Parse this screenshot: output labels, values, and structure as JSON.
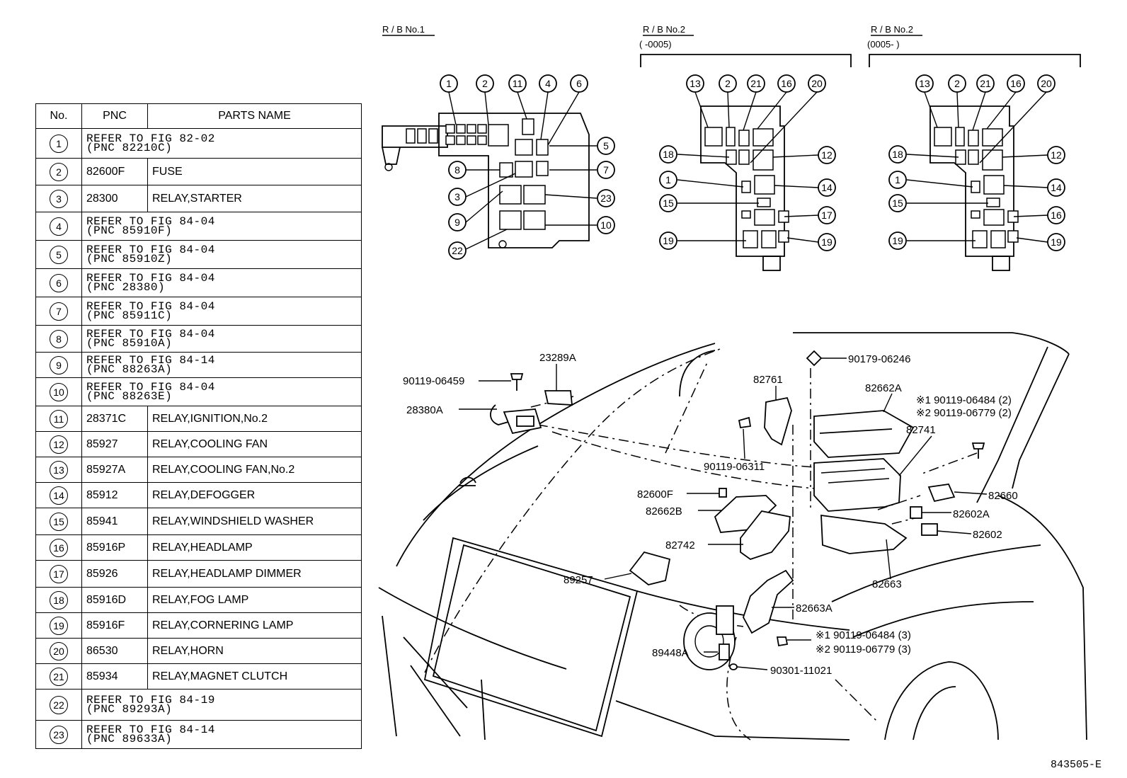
{
  "table": {
    "headers": {
      "no": "No.",
      "pnc": "PNC",
      "name": "PARTS NAME"
    },
    "rows": [
      {
        "no": "1",
        "ref1": "REFER TO FIG 82-02",
        "ref2": "(PNC 82210C)"
      },
      {
        "no": "2",
        "pnc": "82600F",
        "name": "FUSE"
      },
      {
        "no": "3",
        "pnc": "28300",
        "name": "RELAY,STARTER"
      },
      {
        "no": "4",
        "ref1": "REFER TO FIG 84-04",
        "ref2": "(PNC 85910F)"
      },
      {
        "no": "5",
        "ref1": "REFER TO FIG 84-04",
        "ref2": "(PNC 85910Z)"
      },
      {
        "no": "6",
        "ref1": "REFER TO FIG 84-04",
        "ref2": "(PNC 28380)"
      },
      {
        "no": "7",
        "ref1": "REFER TO FIG 84-04",
        "ref2": "(PNC 85911C)"
      },
      {
        "no": "8",
        "ref1": "REFER TO FIG 84-04",
        "ref2": "(PNC 85910A)"
      },
      {
        "no": "9",
        "ref1": "REFER TO FIG 84-14",
        "ref2": "(PNC 88263A)"
      },
      {
        "no": "10",
        "ref1": "REFER TO FIG 84-04",
        "ref2": "(PNC 88263E)"
      },
      {
        "no": "11",
        "pnc": "28371C",
        "name": "RELAY,IGNITION,No.2"
      },
      {
        "no": "12",
        "pnc": "85927",
        "name": "RELAY,COOLING FAN"
      },
      {
        "no": "13",
        "pnc": "85927A",
        "name": "RELAY,COOLING FAN,No.2"
      },
      {
        "no": "14",
        "pnc": "85912",
        "name": "RELAY,DEFOGGER"
      },
      {
        "no": "15",
        "pnc": "85941",
        "name": "RELAY,WINDSHIELD WASHER"
      },
      {
        "no": "16",
        "pnc": "85916P",
        "name": "RELAY,HEADLAMP"
      },
      {
        "no": "17",
        "pnc": "85926",
        "name": "RELAY,HEADLAMP DIMMER"
      },
      {
        "no": "18",
        "pnc": "85916D",
        "name": "RELAY,FOG LAMP"
      },
      {
        "no": "19",
        "pnc": "85916F",
        "name": "RELAY,CORNERING LAMP"
      },
      {
        "no": "20",
        "pnc": "86530",
        "name": "RELAY,HORN"
      },
      {
        "no": "21",
        "pnc": "85934",
        "name": "RELAY,MAGNET CLUTCH"
      },
      {
        "no": "22",
        "ref1": "REFER TO FIG 84-19",
        "ref2": "(PNC 89293A)"
      },
      {
        "no": "23",
        "ref1": "REFER TO FIG 84-14",
        "ref2": "(PNC 89633A)"
      }
    ]
  },
  "rb_titles": {
    "rb1": "R / B No.1",
    "rb2a": "R / B No.2",
    "rb2a_range": "(        -0005)",
    "rb2b": "R / B No.2",
    "rb2b_range": "(0005-        )"
  },
  "rb1_callouts": {
    "top": [
      "1",
      "2",
      "11",
      "4",
      "6"
    ],
    "right": [
      "5",
      "7",
      "23",
      "10"
    ],
    "left": [
      "8",
      "3",
      "9",
      "22"
    ]
  },
  "rb2a_callouts": {
    "top": [
      "13",
      "2",
      "21",
      "16",
      "20"
    ],
    "left": [
      "18",
      "1",
      "15",
      "19"
    ],
    "right": [
      "12",
      "14",
      "17",
      "19"
    ]
  },
  "rb2b_callouts": {
    "top": [
      "13",
      "2",
      "21",
      "16",
      "20"
    ],
    "left": [
      "18",
      "1",
      "15",
      "19"
    ],
    "right": [
      "12",
      "14",
      "16",
      "19"
    ]
  },
  "part_labels": {
    "p23289A": "23289A",
    "p90119_06459": "90119-06459",
    "p28380A": "28380A",
    "p90179_06246": "90179-06246",
    "p82761": "82761",
    "p82662A": "82662A",
    "note1": "※1  90119-06484 (2)",
    "note2": "※2  90119-06779 (2)",
    "p82741": "82741",
    "p90119_06311": "90119-06311",
    "p82600F": "82600F",
    "p82662B": "82662B",
    "p82660": "82660",
    "p82602A": "82602A",
    "p82742": "82742",
    "p82602": "82602",
    "p89257": "89257",
    "p82663": "82663",
    "p82663A": "82663A",
    "note3": "※1  90119-06484 (3)",
    "note4": "※2  90119-06779 (3)",
    "p89448A": "89448A",
    "p90301_11021": "90301-11021"
  },
  "figure_code": "843505-E"
}
